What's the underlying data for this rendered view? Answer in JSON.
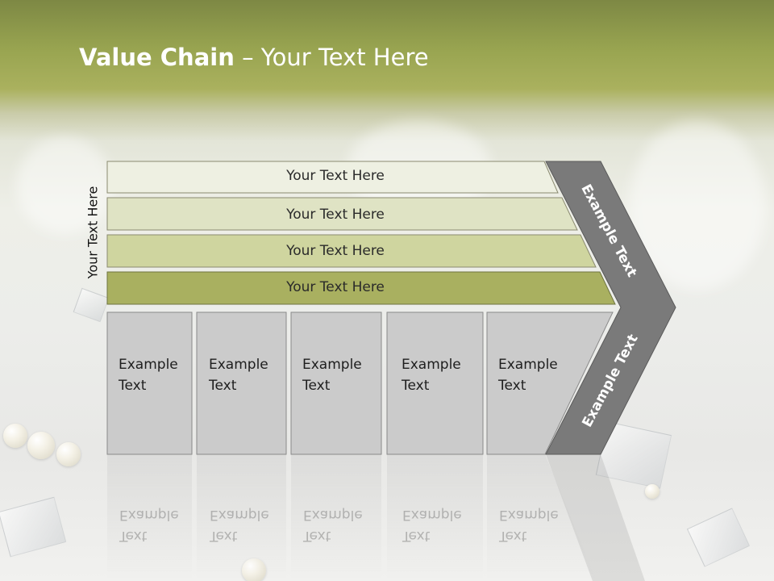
{
  "slide": {
    "title_bold": "Value Chain",
    "title_rest": " – Your Text Here",
    "side_label": "Your Text Here"
  },
  "rows": [
    {
      "label": "Your Text Here",
      "color": "#eef0e2"
    },
    {
      "label": "Your Text Here",
      "color": "#dfe3c4"
    },
    {
      "label": "Your Text Here",
      "color": "#cfd59f"
    },
    {
      "label": "Your Text Here",
      "color": "#a9b060"
    }
  ],
  "boxes": [
    {
      "line1": "Example",
      "line2": "Text"
    },
    {
      "line1": "Example",
      "line2": "Text"
    },
    {
      "line1": "Example",
      "line2": "Text"
    },
    {
      "line1": "Example",
      "line2": "Text"
    },
    {
      "line1": "Example",
      "line2": "Text"
    }
  ],
  "chevron": {
    "upper_label": "Example Text",
    "lower_label": "Example Text",
    "color": "#7a7a7a"
  },
  "colors": {
    "box_fill": "#cbcbcb",
    "box_border": "#8a8a8a"
  }
}
